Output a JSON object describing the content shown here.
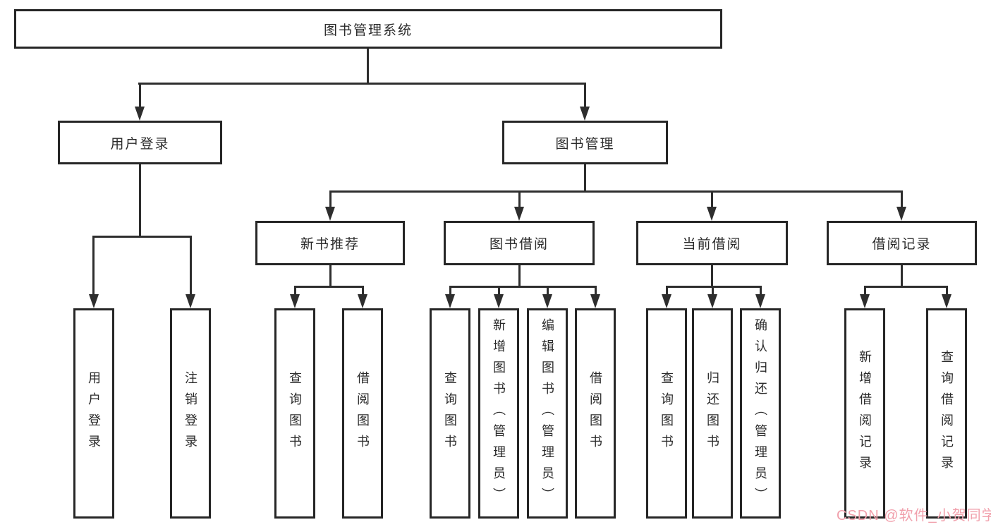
{
  "diagram": {
    "title": "图书管理系统",
    "root": {
      "label": "图书管理系统"
    },
    "level2": [
      {
        "label": "用户登录"
      },
      {
        "label": "图书管理"
      }
    ],
    "level3": [
      {
        "label": "新书推荐"
      },
      {
        "label": "图书借阅"
      },
      {
        "label": "当前借阅"
      },
      {
        "label": "借阅记录"
      }
    ],
    "leaves": {
      "user_login": [
        "用户登录",
        "注销登录"
      ],
      "new_book_recommend": [
        "查询图书",
        "借阅图书"
      ],
      "book_borrow": [
        "查询图书",
        "新增图书（管理员）",
        "编辑图书（管理员）",
        "借阅图书"
      ],
      "current_borrow": [
        "查询图书",
        "归还图书",
        "确认归还（管理员）"
      ],
      "borrow_records": [
        "新增借阅记录",
        "查询借阅记录"
      ]
    }
  },
  "watermark": {
    "text": "CSDN @软件_小贺同学",
    "color": "#f1a0ac"
  },
  "colors": {
    "line": "#2e2e2e",
    "box_border": "#262626",
    "box_fill": "#ffffff",
    "text": "#2b2b2b",
    "background": "#ffffff"
  }
}
